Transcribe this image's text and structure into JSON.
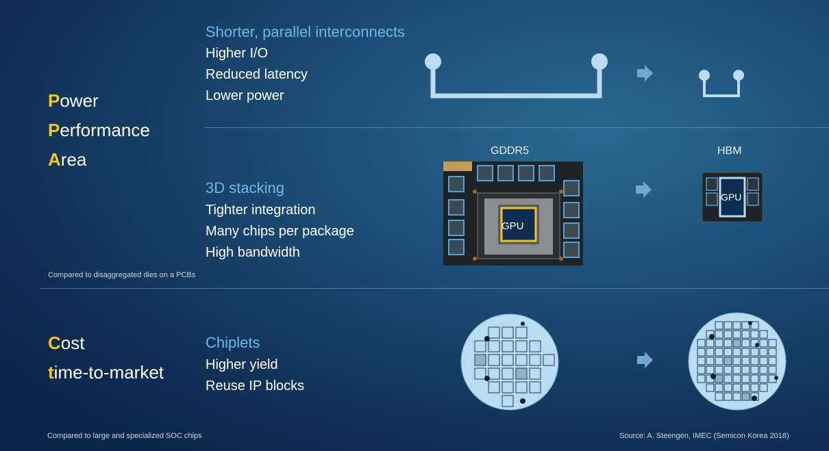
{
  "left": {
    "ppa": [
      {
        "initial": "P",
        "rest": "ower"
      },
      {
        "initial": "P",
        "rest": "erformance"
      },
      {
        "initial": "A",
        "rest": "rea"
      }
    ],
    "ppa_footnote": "Compared to disaggregated dies on a PCBs",
    "cost": [
      {
        "initial": "C",
        "rest": "ost"
      },
      {
        "initial": "t",
        "rest": "ime-to-market"
      }
    ],
    "cost_footnote": "Compared to large and specialized SOC chips"
  },
  "sections": {
    "interconnects": {
      "title": "Shorter,  parallel  interconnects",
      "bullets": [
        "Higher I/O",
        "Reduced latency",
        "Lower power"
      ]
    },
    "stacking": {
      "title": "3D stacking",
      "bullets": [
        "Tighter integration",
        "Many chips per package",
        "High bandwidth"
      ],
      "left_label": "GDDR5",
      "right_label": "HBM",
      "gpu_label": "GPU"
    },
    "chiplets": {
      "title": "Chiplets",
      "bullets": [
        "Higher yield",
        "Reuse IP blocks"
      ]
    }
  },
  "source": "Source: A. Steengen, IMEC (Semicon Korea 2018)",
  "colors": {
    "accent_yellow": "#f5c518",
    "title_blue": "#6fb8e6",
    "diagram_light_blue": "#b9dcf0",
    "arrow_blue": "#6fa8cc"
  },
  "icons": {
    "arrow": "right-arrow-icon"
  }
}
